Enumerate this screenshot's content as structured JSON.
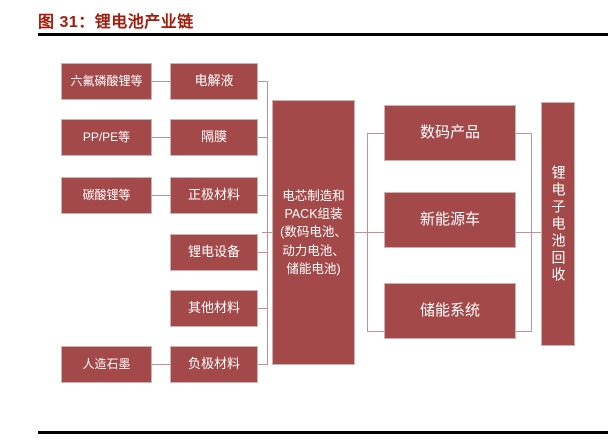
{
  "figure": {
    "title": "图 31：锂电池产业链",
    "accent_color": "#a51b0b",
    "node_fill": "#a4494a",
    "node_border": "#c9b3b3",
    "connector_color": "#c59191",
    "rule_color": "#000000",
    "background": "#ffffff"
  },
  "diagram": {
    "type": "flow-chart",
    "columns": {
      "raw_materials": {
        "label": "raw-materials-column",
        "nodes": [
          {
            "id": "rm1",
            "text": "六氟磷酸锂等"
          },
          {
            "id": "rm2",
            "text": "PP/PE等"
          },
          {
            "id": "rm3",
            "text": "碳酸锂等"
          },
          {
            "id": "rm4",
            "text": "人造石墨"
          }
        ]
      },
      "components": {
        "label": "components-column",
        "nodes": [
          {
            "id": "cp1",
            "text": "电解液"
          },
          {
            "id": "cp2",
            "text": "隔膜"
          },
          {
            "id": "cp3",
            "text": "正极材料"
          },
          {
            "id": "cp4",
            "text": "锂电设备"
          },
          {
            "id": "cp5",
            "text": "其他材料"
          },
          {
            "id": "cp6",
            "text": "负极材料"
          }
        ]
      },
      "manufacturing": {
        "label": "manufacturing-column",
        "nodes": [
          {
            "id": "mf1",
            "text": "电芯制造和PACK组装(数码电池、动力电池、储能电池)"
          }
        ]
      },
      "applications": {
        "label": "applications-column",
        "nodes": [
          {
            "id": "ap1",
            "text": "数码产品"
          },
          {
            "id": "ap2",
            "text": "新能源车"
          },
          {
            "id": "ap3",
            "text": "储能系统"
          }
        ]
      },
      "recycling": {
        "label": "recycling-column",
        "nodes": [
          {
            "id": "rc1",
            "text": "锂电子电池回收"
          }
        ]
      }
    },
    "edges": [
      {
        "from": "rm1",
        "to": "cp1"
      },
      {
        "from": "rm2",
        "to": "cp2"
      },
      {
        "from": "rm3",
        "to": "cp3"
      },
      {
        "from": "rm4",
        "to": "cp6"
      },
      {
        "from": "cp1",
        "to": "mf1"
      },
      {
        "from": "cp2",
        "to": "mf1"
      },
      {
        "from": "cp3",
        "to": "mf1"
      },
      {
        "from": "cp4",
        "to": "mf1"
      },
      {
        "from": "cp5",
        "to": "mf1"
      },
      {
        "from": "cp6",
        "to": "mf1"
      },
      {
        "from": "mf1",
        "to": "ap1"
      },
      {
        "from": "mf1",
        "to": "ap2"
      },
      {
        "from": "mf1",
        "to": "ap3"
      },
      {
        "from": "ap1",
        "to": "rc1"
      },
      {
        "from": "ap2",
        "to": "rc1"
      },
      {
        "from": "ap3",
        "to": "rc1"
      }
    ]
  }
}
